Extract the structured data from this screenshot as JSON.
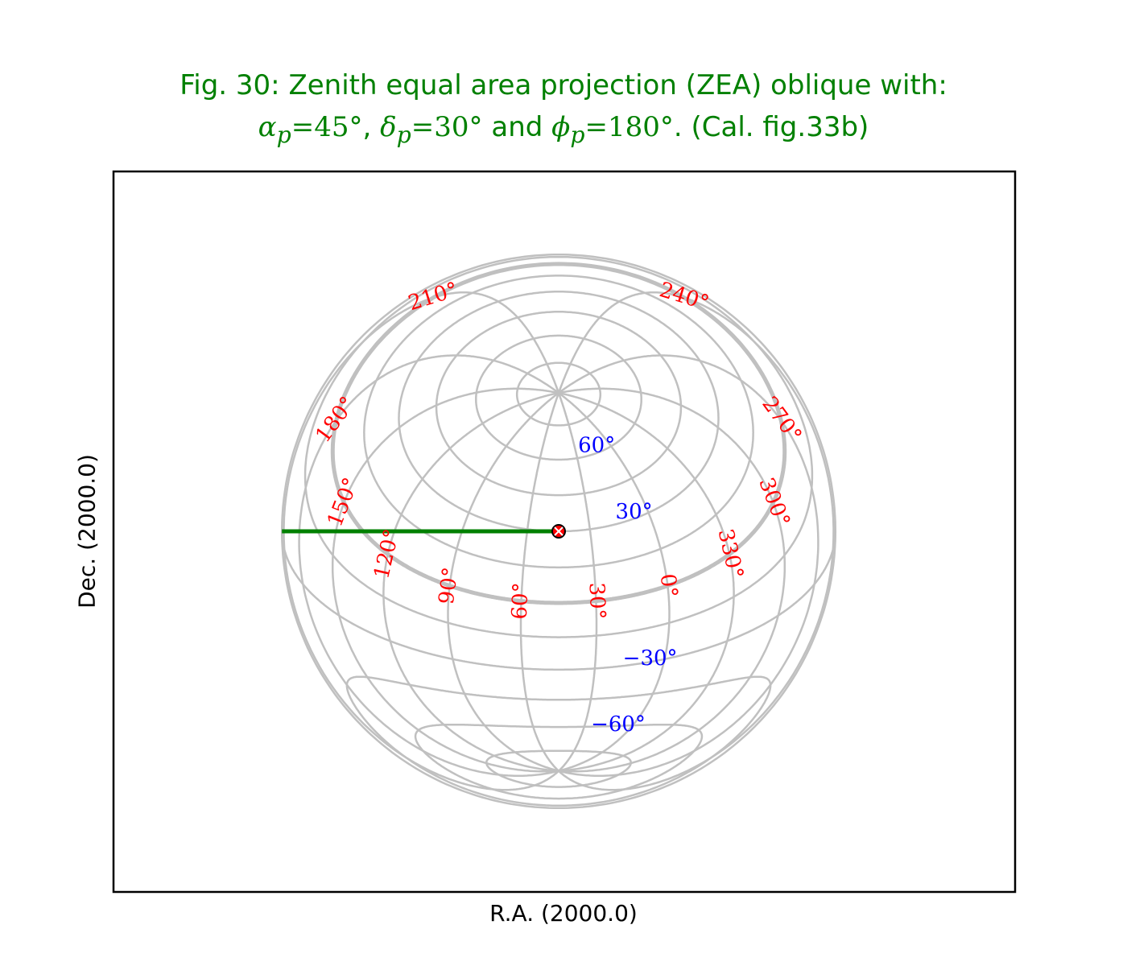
{
  "figure": {
    "title_line1": "Fig. 30: Zenith equal area projection (ZEA) oblique with:",
    "title_line2": {
      "alpha_sym": "α",
      "alpha_sub": "p",
      "alpha_val": "=45°",
      "sep1": ", ",
      "delta_sym": "δ",
      "delta_sub": "p",
      "delta_val": "=30°",
      "and_text": " and ",
      "phi_sym": "ϕ",
      "phi_sub": "p",
      "phi_val": "=180°",
      "tail": ". (Cal. fig.33b)"
    },
    "xlabel": "R.A. (2000.0)",
    "ylabel": "Dec. (2000.0)"
  },
  "projection": {
    "type": "ZEA",
    "alpha_p": 45,
    "delta_p": 30,
    "phi_p": 180,
    "ra_step_deg": 30,
    "dec_step_deg": 15,
    "grid_color": "#c0c0c0",
    "oblique_color": "#008000",
    "marker": {
      "ra": 45,
      "dec": 30,
      "fill": "#ff0000",
      "edge": "#000000"
    }
  },
  "ra_labels": [
    {
      "text": "0°",
      "ra": 0
    },
    {
      "text": "30°",
      "ra": 30
    },
    {
      "text": "60°",
      "ra": 60
    },
    {
      "text": "90°",
      "ra": 90
    },
    {
      "text": "120°",
      "ra": 120
    },
    {
      "text": "150°",
      "ra": 150
    },
    {
      "text": "180°",
      "ra": 180
    },
    {
      "text": "210°",
      "ra": 210
    },
    {
      "text": "240°",
      "ra": 240
    },
    {
      "text": "270°",
      "ra": 270
    },
    {
      "text": "300°",
      "ra": 300
    },
    {
      "text": "330°",
      "ra": 330
    }
  ],
  "dec_labels": [
    {
      "text": "60°",
      "dec": 60
    },
    {
      "text": "30°",
      "dec": 30
    },
    {
      "text": "−30°",
      "dec": -30
    },
    {
      "text": "−60°",
      "dec": -60
    }
  ],
  "colors": {
    "title": "#008000",
    "ra_label": "#ff0000",
    "dec_label": "#0000ff"
  }
}
